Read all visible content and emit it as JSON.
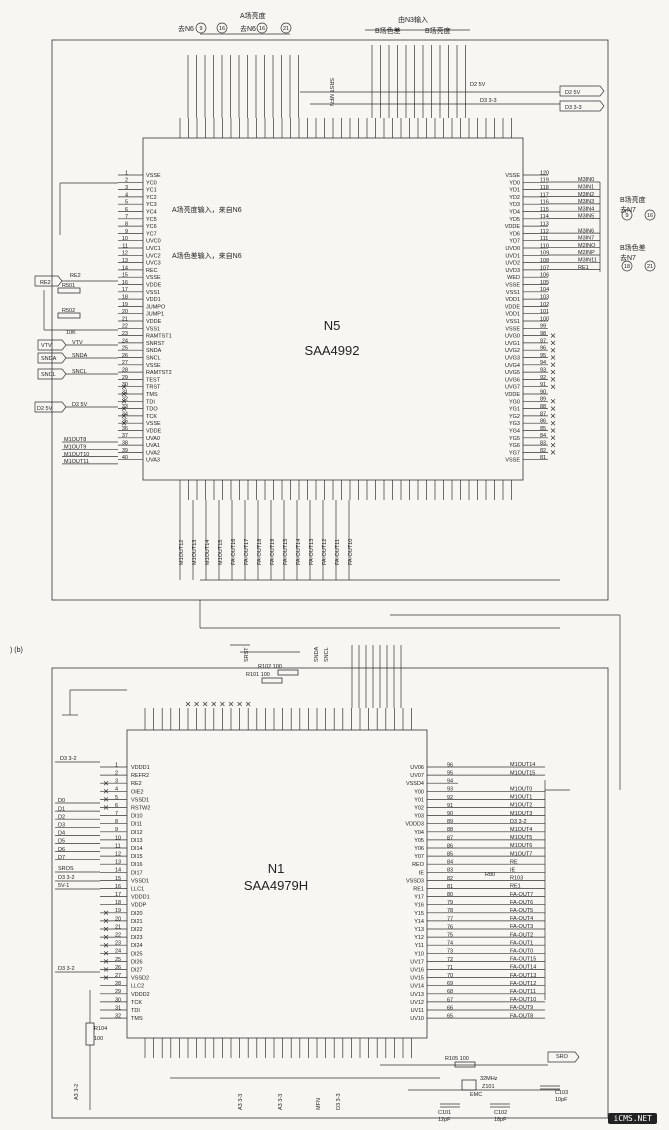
{
  "figure": {
    "panel_label": ") (b)",
    "watermark": "iCMS.NET"
  },
  "n5": {
    "ref": "N5",
    "part": "SAA4992",
    "top_labels": {
      "a_luma": "A场亮度",
      "to_n6_left": "去N6",
      "to_n6_right": "去N6",
      "n6_left_start": "9",
      "n6_left_end": "16",
      "n6_right_start": "16",
      "n6_right_end": "21",
      "from_n3": "由N3输入",
      "b_chroma": "B场色差",
      "b_luma": "B场亮度",
      "sr": "SRST MFN",
      "d25": "D2 5V",
      "d33": "D3 3-3",
      "d25_out": "D2 5V",
      "d33_out": "D3 3-3"
    },
    "left_pins": [
      {
        "n": "1",
        "name": "VSSE"
      },
      {
        "n": "2",
        "name": "YC0"
      },
      {
        "n": "3",
        "name": "YC1"
      },
      {
        "n": "4",
        "name": "YC2"
      },
      {
        "n": "5",
        "name": "YC3"
      },
      {
        "n": "6",
        "name": "YC4"
      },
      {
        "n": "7",
        "name": "YC5"
      },
      {
        "n": "8",
        "name": "YC6"
      },
      {
        "n": "9",
        "name": "YC7"
      },
      {
        "n": "10",
        "name": "UVC0"
      },
      {
        "n": "11",
        "name": "UVC1"
      },
      {
        "n": "12",
        "name": "UVC2"
      },
      {
        "n": "13",
        "name": "UVC3"
      },
      {
        "n": "14",
        "name": "REC"
      },
      {
        "n": "15",
        "name": "VSSE"
      },
      {
        "n": "16",
        "name": "VDDE"
      },
      {
        "n": "17",
        "name": "VSS1"
      },
      {
        "n": "18",
        "name": "VDD1"
      },
      {
        "n": "19",
        "name": "JUMPO"
      },
      {
        "n": "20",
        "name": "JUMP1"
      },
      {
        "n": "21",
        "name": "VDDE"
      },
      {
        "n": "22",
        "name": "VSS1"
      },
      {
        "n": "23",
        "name": "RAMTST1"
      },
      {
        "n": "24",
        "name": "SNRST"
      },
      {
        "n": "25",
        "name": "SNDA"
      },
      {
        "n": "26",
        "name": "SNCL"
      },
      {
        "n": "27",
        "name": "VSSE"
      },
      {
        "n": "28",
        "name": "RAMTST2"
      },
      {
        "n": "29",
        "name": "TEST"
      },
      {
        "n": "30",
        "name": "TRST"
      },
      {
        "n": "31",
        "name": "TMS"
      },
      {
        "n": "32",
        "name": "TDI"
      },
      {
        "n": "33",
        "name": "TDO"
      },
      {
        "n": "34",
        "name": "TCK"
      },
      {
        "n": "35",
        "name": "VSSE"
      },
      {
        "n": "36",
        "name": "VDDE"
      },
      {
        "n": "37",
        "name": "UVA0"
      },
      {
        "n": "38",
        "name": "UVA1"
      },
      {
        "n": "39",
        "name": "UVA2"
      },
      {
        "n": "40",
        "name": "UVA3"
      }
    ],
    "right_pins": [
      {
        "n": "120",
        "name": "VSSE"
      },
      {
        "n": "119",
        "name": "YD0"
      },
      {
        "n": "118",
        "name": "YD1"
      },
      {
        "n": "117",
        "name": "YD2"
      },
      {
        "n": "116",
        "name": "YD3"
      },
      {
        "n": "115",
        "name": "YD4"
      },
      {
        "n": "114",
        "name": "YD5"
      },
      {
        "n": "113",
        "name": "VDDE"
      },
      {
        "n": "112",
        "name": "YD6"
      },
      {
        "n": "111",
        "name": "YD7"
      },
      {
        "n": "110",
        "name": "UVD0"
      },
      {
        "n": "109",
        "name": "UVD1"
      },
      {
        "n": "108",
        "name": "UVD2"
      },
      {
        "n": "107",
        "name": "UVD3"
      },
      {
        "n": "106",
        "name": "WED"
      },
      {
        "n": "105",
        "name": "VSSE"
      },
      {
        "n": "104",
        "name": "VSS1"
      },
      {
        "n": "103",
        "name": "VDD1"
      },
      {
        "n": "102",
        "name": "VDDE"
      },
      {
        "n": "101",
        "name": "VDD1"
      },
      {
        "n": "100",
        "name": "VSS1"
      },
      {
        "n": "99",
        "name": "VSSE"
      },
      {
        "n": "98",
        "name": "UVG0"
      },
      {
        "n": "97",
        "name": "UVG1"
      },
      {
        "n": "96",
        "name": "UVG2"
      },
      {
        "n": "95",
        "name": "UVG3"
      },
      {
        "n": "94",
        "name": "UVG4"
      },
      {
        "n": "93",
        "name": "UVG5"
      },
      {
        "n": "92",
        "name": "UVG6"
      },
      {
        "n": "91",
        "name": "UVG7"
      },
      {
        "n": "90",
        "name": "VDDE"
      },
      {
        "n": "89",
        "name": "YG0"
      },
      {
        "n": "88",
        "name": "YG1"
      },
      {
        "n": "87",
        "name": "YG2"
      },
      {
        "n": "86",
        "name": "YG3"
      },
      {
        "n": "85",
        "name": "YG4"
      },
      {
        "n": "84",
        "name": "YG5"
      },
      {
        "n": "83",
        "name": "YG6"
      },
      {
        "n": "82",
        "name": "YG7"
      },
      {
        "n": "81",
        "name": "VSSE"
      }
    ],
    "right_nets": [
      "M3IN0",
      "M3IN1",
      "M3IN2",
      "M3IN3",
      "M3IN4",
      "M3IN5",
      "",
      "M3IN6",
      "M3IN7",
      "M2INO",
      "M2INP",
      "M3IN11",
      "RE1"
    ],
    "right_labels": {
      "b_luma_to_n7": "B场亮度",
      "to_n7": "去N7",
      "n7_start": "9",
      "n7_end": "16",
      "b_chroma": "B场色差",
      "to_n7b": "去N7",
      "n7b_start": "18",
      "n7b_end": "21"
    },
    "left_labels": {
      "a_luma_in": "A场亮度输入，来自N6",
      "a_chroma_in": "A场色差输入，来自N6",
      "re2": "RE2",
      "r501": "R501",
      "r502": "R502",
      "r_10k": "10K",
      "vtv": "VTV",
      "snda": "SNDA",
      "sncl": "SNCL",
      "d25": "D2 5V",
      "m_nets": [
        "M1OUT8",
        "M1OUT9",
        "M1OUT10",
        "M1OUT11"
      ]
    },
    "bottom_nets": [
      "M1OUT12",
      "M1OUT13",
      "M1OUT14",
      "M1OUT15",
      "FA-OUT16",
      "FA-OUT17",
      "FA-OUT18",
      "FA-OUT19",
      "FA-OUT15",
      "FA-OUT14",
      "FA-OUT13",
      "FA-OUT12",
      "FA-OUT11",
      "FA-OUT10"
    ]
  },
  "n1": {
    "ref": "N1",
    "part": "SAA4979H",
    "top_labels": {
      "r102": "R102 100",
      "r101": "R101 100",
      "srst": "SRST",
      "snda": "SNDA",
      "sncl": "SNCL"
    },
    "left_pins": [
      {
        "n": "1",
        "name": "VDDD1"
      },
      {
        "n": "2",
        "name": "REFR2"
      },
      {
        "n": "3",
        "name": "RE2"
      },
      {
        "n": "4",
        "name": "OIE2"
      },
      {
        "n": "5",
        "name": "VSSD1"
      },
      {
        "n": "6",
        "name": "RSTW2"
      },
      {
        "n": "7",
        "name": "DI10"
      },
      {
        "n": "8",
        "name": "DI11"
      },
      {
        "n": "9",
        "name": "DI12"
      },
      {
        "n": "10",
        "name": "DI13"
      },
      {
        "n": "11",
        "name": "DI14"
      },
      {
        "n": "12",
        "name": "DI15"
      },
      {
        "n": "13",
        "name": "DI16"
      },
      {
        "n": "14",
        "name": "DI17"
      },
      {
        "n": "15",
        "name": "VSSD1"
      },
      {
        "n": "16",
        "name": "LLC1"
      },
      {
        "n": "17",
        "name": "VDDD1"
      },
      {
        "n": "18",
        "name": "VDDP"
      },
      {
        "n": "19",
        "name": "DI20"
      },
      {
        "n": "20",
        "name": "DI21"
      },
      {
        "n": "21",
        "name": "DI22"
      },
      {
        "n": "22",
        "name": "DI23"
      },
      {
        "n": "23",
        "name": "DI24"
      },
      {
        "n": "24",
        "name": "DI25"
      },
      {
        "n": "25",
        "name": "DI26"
      },
      {
        "n": "26",
        "name": "DI27"
      },
      {
        "n": "27",
        "name": "VSSD2"
      },
      {
        "n": "28",
        "name": "LLC2"
      },
      {
        "n": "29",
        "name": "VDDD2"
      },
      {
        "n": "30",
        "name": "TCK"
      },
      {
        "n": "31",
        "name": "TDI"
      },
      {
        "n": "32",
        "name": "TMS"
      }
    ],
    "right_pins": [
      {
        "n": "96",
        "name": "UV06"
      },
      {
        "n": "95",
        "name": "UV07"
      },
      {
        "n": "94",
        "name": "VSSD4"
      },
      {
        "n": "93",
        "name": "Y00"
      },
      {
        "n": "92",
        "name": "Y01"
      },
      {
        "n": "91",
        "name": "Y02"
      },
      {
        "n": "90",
        "name": "Y03"
      },
      {
        "n": "89",
        "name": "VDDD3"
      },
      {
        "n": "88",
        "name": "Y04"
      },
      {
        "n": "87",
        "name": "Y05"
      },
      {
        "n": "86",
        "name": "Y06"
      },
      {
        "n": "85",
        "name": "Y07"
      },
      {
        "n": "84",
        "name": "REO"
      },
      {
        "n": "83",
        "name": "IE"
      },
      {
        "n": "82",
        "name": "VSSD3"
      },
      {
        "n": "81",
        "name": "RE1"
      },
      {
        "n": "80",
        "name": "Y17"
      },
      {
        "n": "79",
        "name": "Y16"
      },
      {
        "n": "78",
        "name": "Y15"
      },
      {
        "n": "77",
        "name": "Y14"
      },
      {
        "n": "76",
        "name": "Y13"
      },
      {
        "n": "75",
        "name": "Y12"
      },
      {
        "n": "74",
        "name": "Y11"
      },
      {
        "n": "73",
        "name": "Y10"
      },
      {
        "n": "72",
        "name": "UV17"
      },
      {
        "n": "71",
        "name": "UV16"
      },
      {
        "n": "70",
        "name": "UV15"
      },
      {
        "n": "69",
        "name": "UV14"
      },
      {
        "n": "68",
        "name": "UV13"
      },
      {
        "n": "67",
        "name": "UV12"
      },
      {
        "n": "66",
        "name": "UV11"
      },
      {
        "n": "65",
        "name": "UV10"
      }
    ],
    "right_nets": [
      "M1OUT14",
      "M1OUT15",
      "",
      "M1OUT0",
      "M1OUT1",
      "M1OUT2",
      "M1OUT3",
      "D3 3-2",
      "M1OUT4",
      "M1OUT5",
      "M1OUT6",
      "M1OUT7",
      "RE",
      "IE",
      "R103",
      "RE1",
      "FA-OUT7",
      "FA-OUT6",
      "FA-OUT5",
      "FA-OUT4",
      "FA-OUT3",
      "FA-OUT2",
      "FA-OUT1",
      "FA-OUT0",
      "FA-OUT15",
      "FA-OUT14",
      "FA-OUT13",
      "FA-OUT12",
      "FA-OUT11",
      "FA-OUT10",
      "FA-OUT9",
      "FA-OUT8"
    ],
    "left_nets": {
      "d33": "D3 3-2",
      "d0": "D0",
      "d1": "D1",
      "d2": "D2",
      "d3": "D3",
      "d4": "D4",
      "d5": "D5",
      "d6": "D6",
      "d7": "D7",
      "sros": "SROS",
      "d33b": "D3 3-2",
      "sv1": "5V-1",
      "d33c": "D3 3-2",
      "r104": "R104",
      "r104v": "100",
      "a32": "A3 3-2"
    },
    "bottom_labels": {
      "r105": "R105 100",
      "sro": "SRO",
      "xtal": "32MHz",
      "z101": "Z101",
      "emc": "EMC",
      "c101": "C101",
      "c101v": "12pF",
      "c102": "C102",
      "c102v": "18pF",
      "c103": "C103",
      "c103v": "10pF",
      "a33a": "A3 3-3",
      "a33b": "A3 3-3",
      "d33": "D3 3-3",
      "mfn": "MFN",
      "r80": "R80"
    }
  }
}
